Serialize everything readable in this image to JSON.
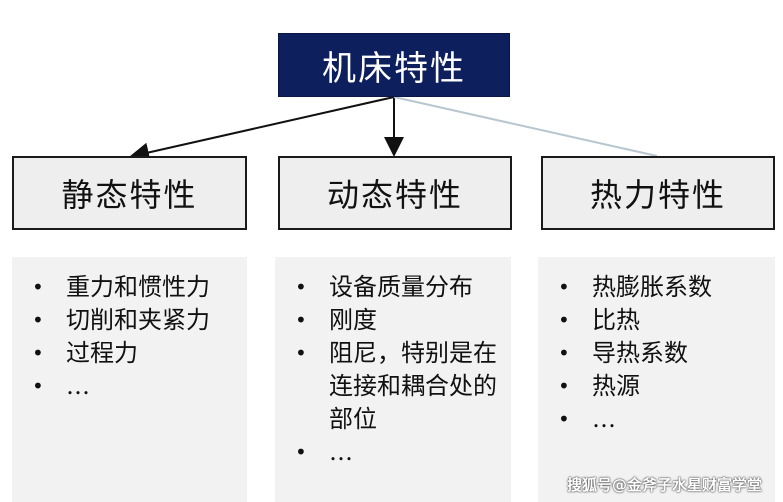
{
  "root": {
    "label": "机床特性"
  },
  "categories": [
    {
      "label": "静态特性",
      "items": [
        "重力和惯性力",
        "切削和夹紧力",
        "过程力",
        "…"
      ]
    },
    {
      "label": "动态特性",
      "items": [
        "设备质量分布",
        "刚度",
        "阻尼，特别是在连接和耦合处的部位",
        "…"
      ]
    },
    {
      "label": "热力特性",
      "items": [
        "热膨胀系数",
        "比热",
        "导热系数",
        "热源",
        "…"
      ]
    }
  ],
  "bullet": "•",
  "watermark": "搜狐号@金斧子水星财富学堂",
  "colors": {
    "root_bg": "#0e1f5e",
    "box_bg": "#eeeeef",
    "panel_bg": "#f2f2f2"
  }
}
